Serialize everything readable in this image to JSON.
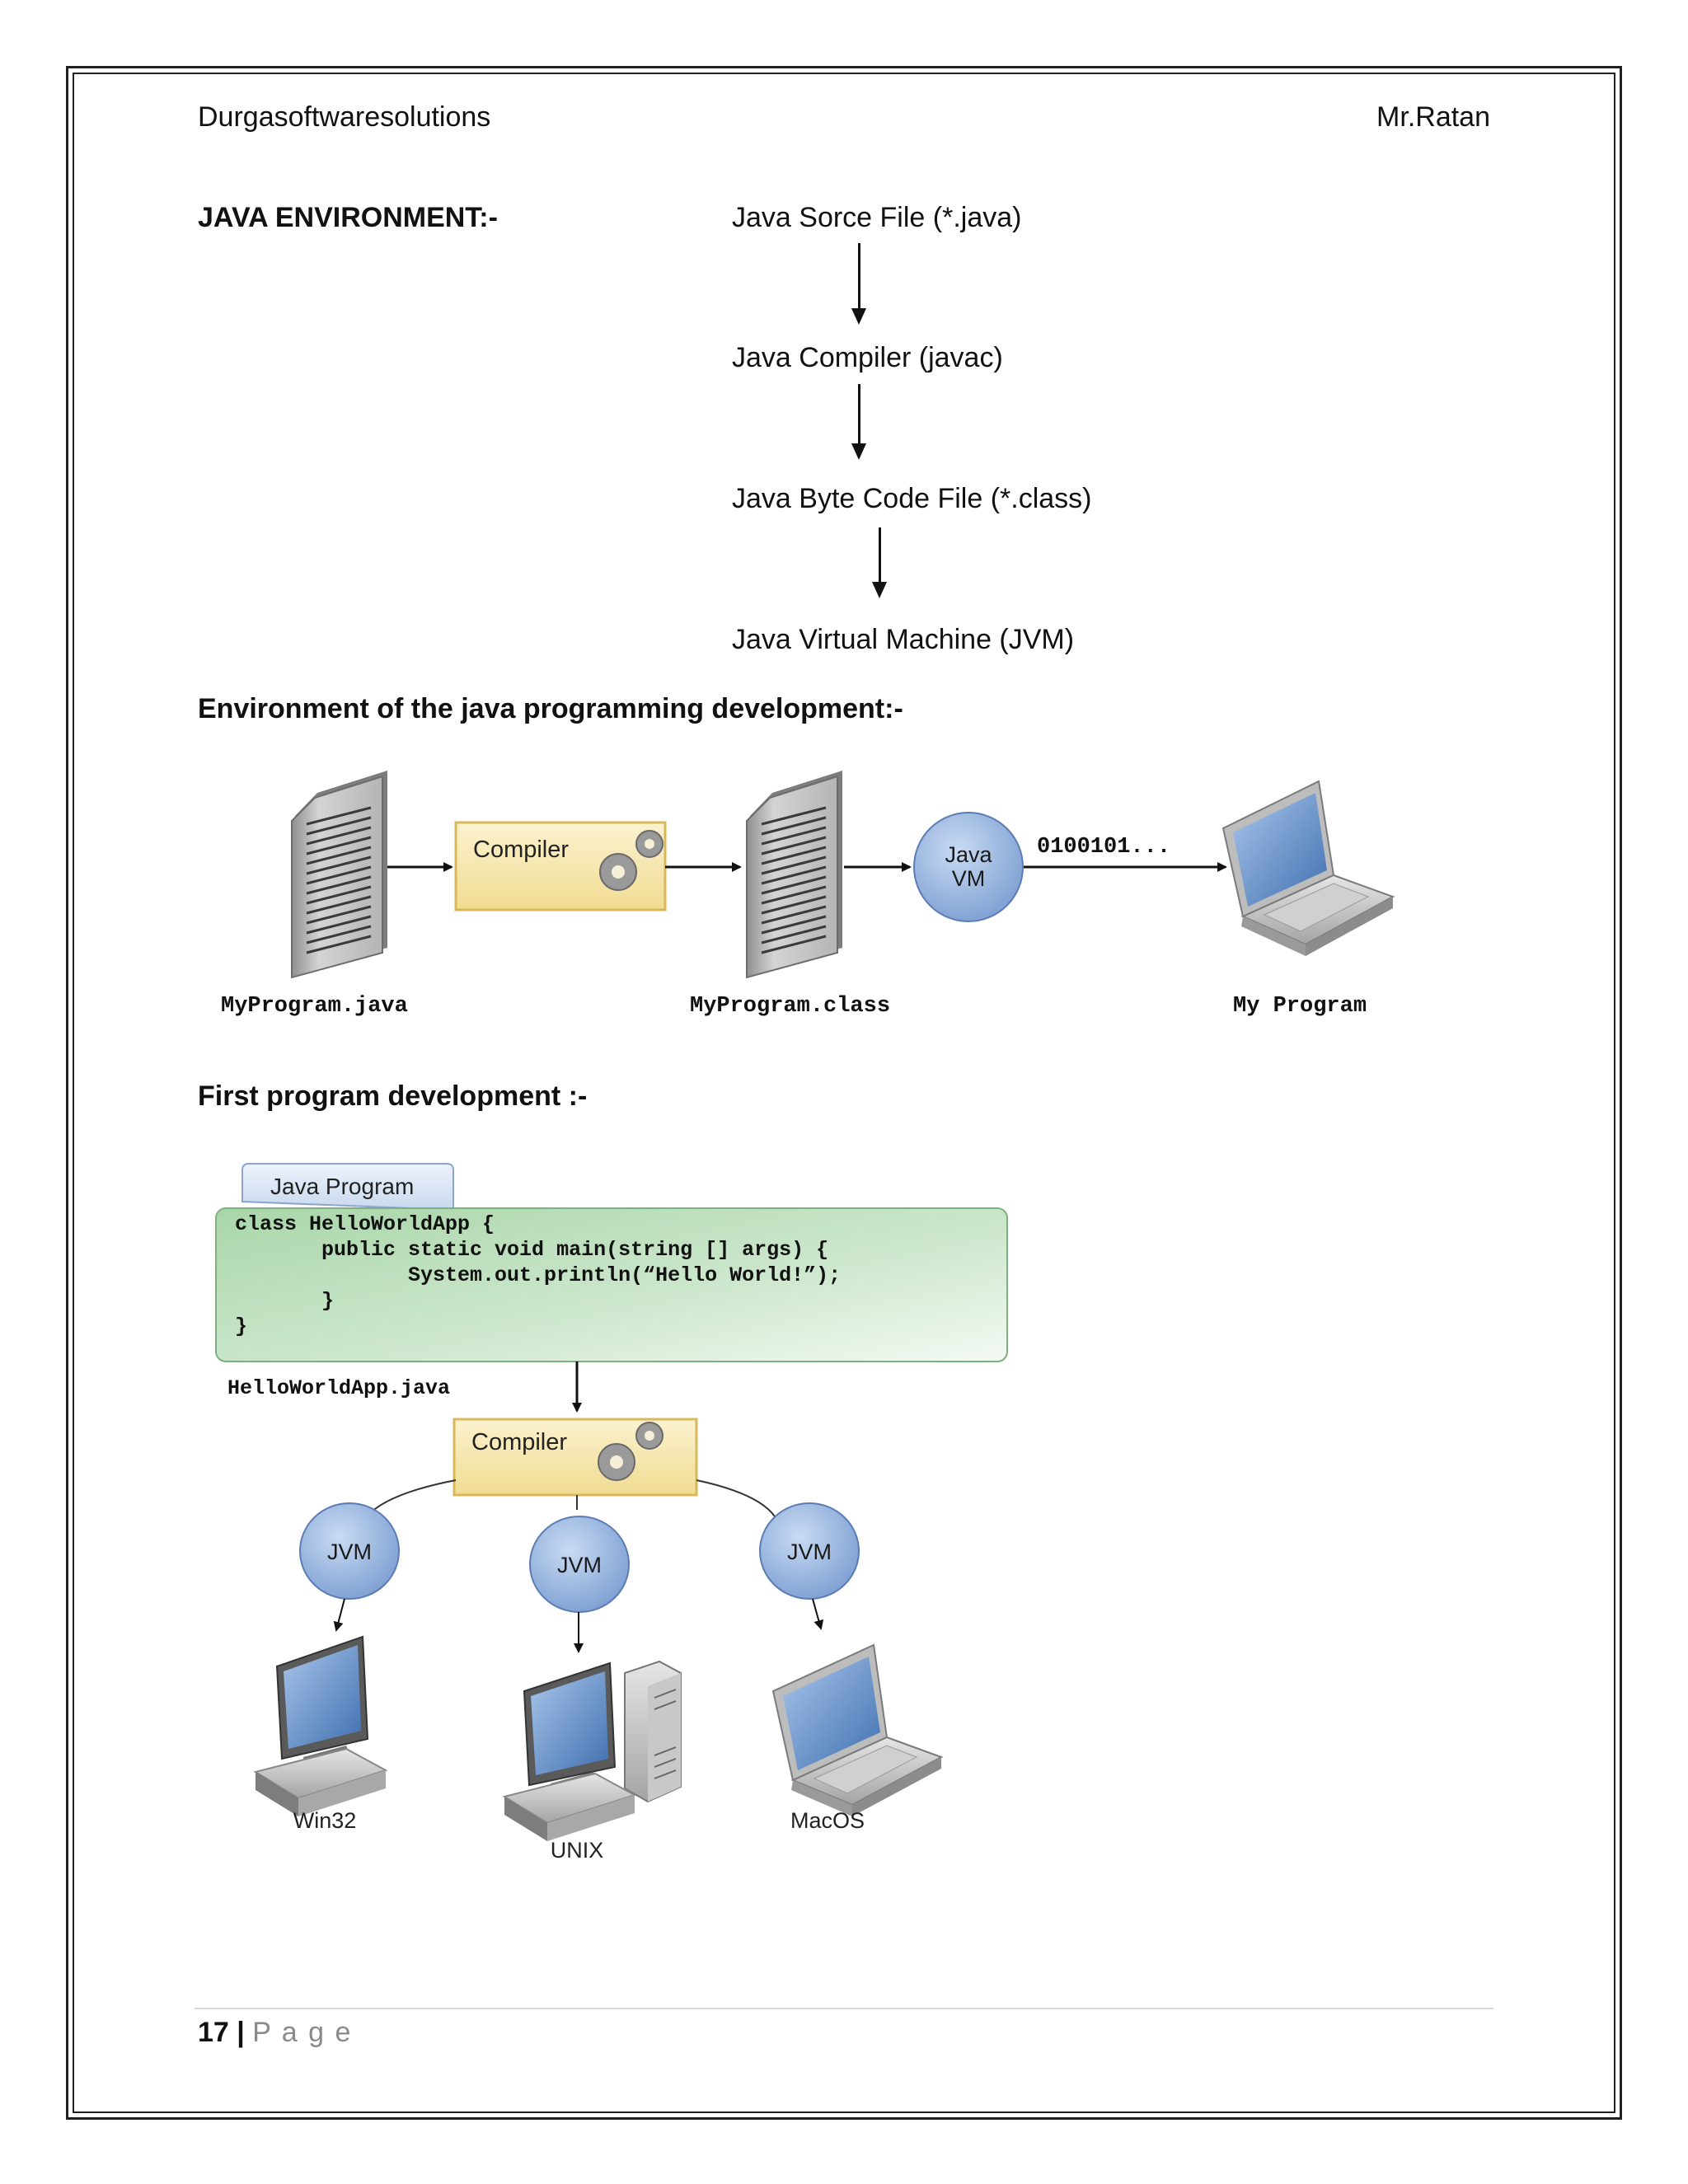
{
  "header": {
    "left": "Durgasoftwaresolutions",
    "right": "Mr.Ratan"
  },
  "section1": {
    "heading": "JAVA ENVIRONMENT:-",
    "flow": [
      "Java Sorce File   (*.java)",
      "Java Compiler  (javac)",
      "Java Byte Code File  (*.class)",
      "Java Virtual Machine  (JVM)"
    ]
  },
  "section2": {
    "heading": "Environment of the java programming development:-",
    "compiler_label": "Compiler",
    "jvm_label_line1": "Java",
    "jvm_label_line2": "VM",
    "binary_text": "0100101...",
    "file1": "MyProgram.java",
    "file2": "MyProgram.class",
    "output": "My Program"
  },
  "section3": {
    "heading": "First program development :-",
    "tab_label": "Java Program",
    "code_lines": [
      "class HelloWorldApp {",
      "       public static void main(string [] args) {",
      "              System.out.println(“Hello World!”);",
      "       }",
      "}"
    ],
    "file_name": "HelloWorldApp.java",
    "compiler_label": "Compiler",
    "jvm_label": "JVM",
    "platforms": [
      "Win32",
      "UNIX",
      "MacOS"
    ]
  },
  "footer": {
    "page_number": "17",
    "separator": "|",
    "page_label": "P a g e"
  },
  "colors": {
    "compiler_fill": "#f6e8b0",
    "jvm_fill": "#9db8e0",
    "code_fill": "#bfe0bf",
    "tab_fill": "#dce7f5"
  }
}
